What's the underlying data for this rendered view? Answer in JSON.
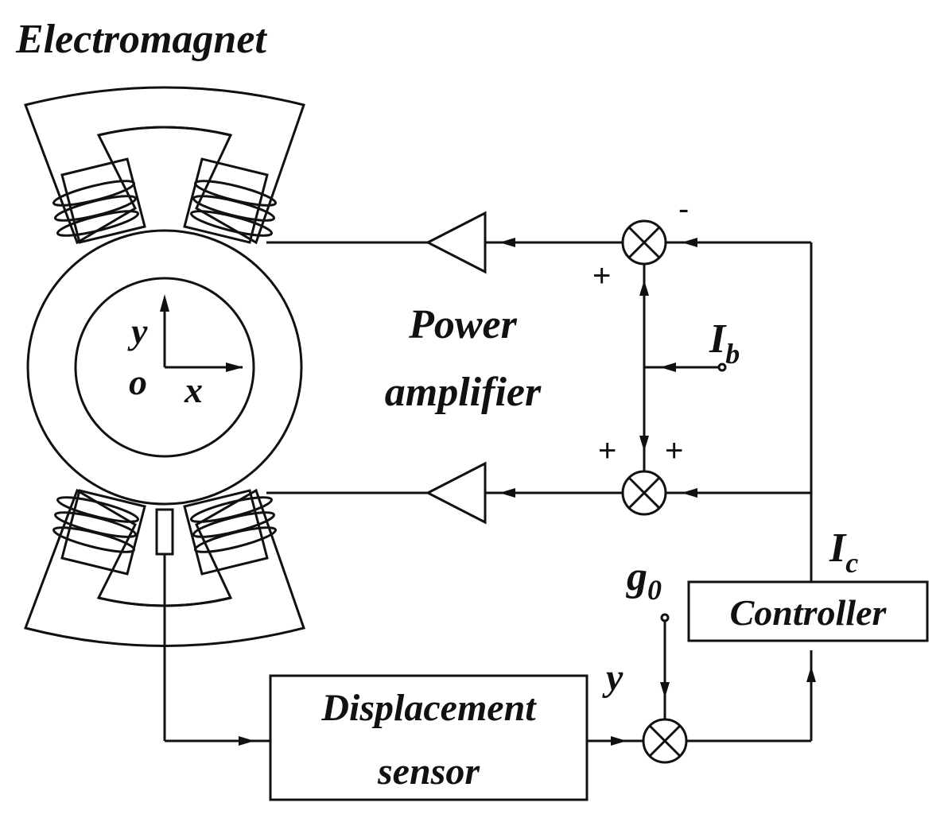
{
  "labels": {
    "electromagnet": "Electromagnet",
    "power_amplifier_line1": "Power",
    "power_amplifier_line2": "amplifier",
    "controller": "Controller",
    "displacement_sensor_line1": "Displacement",
    "displacement_sensor_line2": "sensor",
    "axis_y": "y",
    "axis_x": "x",
    "origin": "o",
    "bias_current": "I",
    "bias_current_sub": "b",
    "control_current": "I",
    "control_current_sub": "c",
    "reference_gap": "g",
    "reference_gap_sub": "0",
    "measured_y": "y"
  },
  "signs": {
    "top_junction_minus": "-",
    "top_junction_plus": "+",
    "bottom_junction_plus_left": "+",
    "bottom_junction_plus_right": "+"
  }
}
